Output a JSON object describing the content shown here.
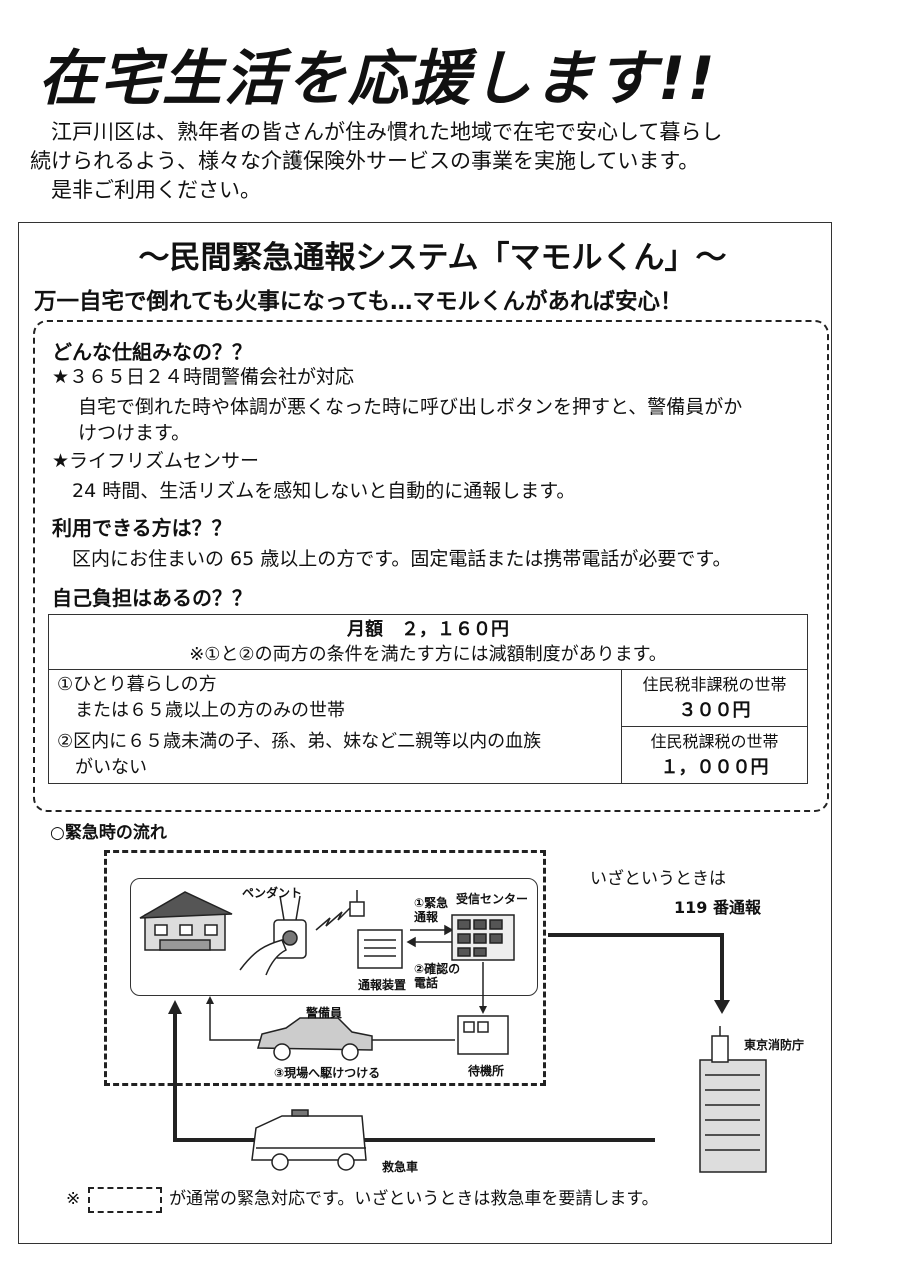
{
  "title": "在宅生活を応援します!!",
  "intro": [
    "江戸川区は、熟年者の皆さんが住み慣れた地域で在宅で安心して暮らし",
    "続けられるよう、様々な介護保険外サービスの事業を実施しています。",
    "是非ご利用ください。"
  ],
  "system": {
    "title": "～民間緊急通報システム「マモルくん」～",
    "subtitle": "万一自宅で倒れても火事になっても…マモルくんがあれば安心！"
  },
  "how": {
    "heading": "どんな仕組みなの？？",
    "item1_title": "★３６５日２４時間警備会社が対応",
    "item1_body1": "自宅で倒れた時や体調が悪くなった時に呼び出しボタンを押すと、警備員がか",
    "item1_body2": "けつけます。",
    "item2_title": "★ライフリズムセンサー",
    "item2_body": "24 時間、生活リズムを感知しないと自動的に通報します。"
  },
  "who": {
    "heading": "利用できる方は？？",
    "body": "区内にお住まいの 65 歳以上の方です。固定電話または携帯電話が必要です。"
  },
  "cost": {
    "heading": "自己負担はあるの？？",
    "monthly": "月額　２，１６０円",
    "reduction": "※①と②の両方の条件を満たす方には減額制度があります。",
    "cond1a": "①ひとり暮らしの方",
    "cond1b": "　または６５歳以上の方のみの世帯",
    "cond2a": "②区内に６５歳未満の子、孫、弟、妹など二親等以内の血族",
    "cond2b": "　がいない",
    "tier1_label": "住民税非課税の世帯",
    "tier1_price": "３００円",
    "tier2_label": "住民税課税の世帯",
    "tier2_price": "１，０００円"
  },
  "flow": {
    "heading": "○緊急時の流れ",
    "pendant": "ペンダント",
    "step1": "①緊急\n通報",
    "receive_center": "受信センター",
    "device": "通報装置",
    "step2": "②確認の\n電話",
    "guard": "警備員",
    "step3": "③現場へ駆けつける",
    "standby": "待機所",
    "emergency1": "いざというときは",
    "emergency2": "119 番通報",
    "fire_dept": "東京消防庁",
    "ambulance": "救急車"
  },
  "note": {
    "prefix": "※",
    "suffix": "が通常の緊急対応です。いざというときは救急車を要請します。"
  }
}
